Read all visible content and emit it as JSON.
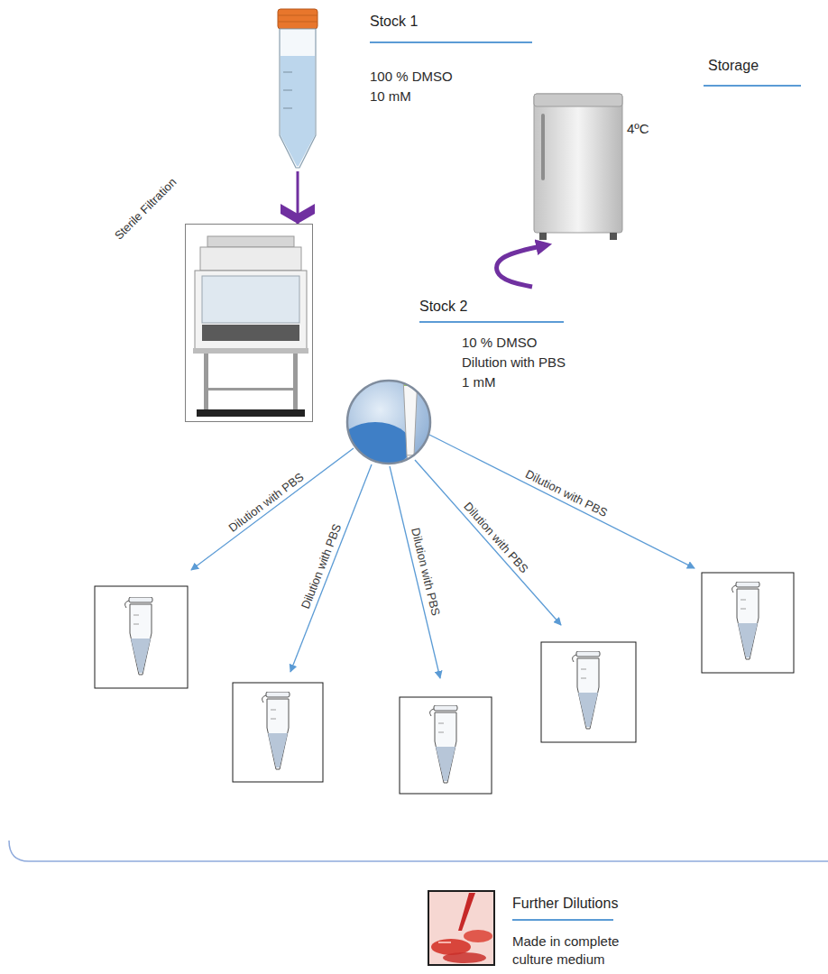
{
  "diagram": {
    "nodes": [
      {
        "text": [
          "Stock 1",
          "100 % DMSO 10 mM"
        ]
      },
      {
        "text": [
          "Sterile Filtration"
        ]
      },
      {
        "text": [
          "Stock 2",
          "10 % DMSO Dilution with PBS 1 mM"
        ]
      },
      {
        "text": [
          "Storage",
          "4ºC"
        ]
      },
      {
        "text": [
          "Further Dilutions",
          "Made in complete culture medium"
        ]
      }
    ],
    "edges": [
      {
        "from": 0,
        "to": 1,
        "arrow": "to"
      },
      {
        "from": 2,
        "to": 3,
        "arrow": "to"
      }
    ],
    "labels": [
      "Dilution with PBS",
      "Dilution with PBS",
      "Dilution with PBS",
      "Dilution with PBS",
      "Dilution with PBS"
    ]
  }
}
